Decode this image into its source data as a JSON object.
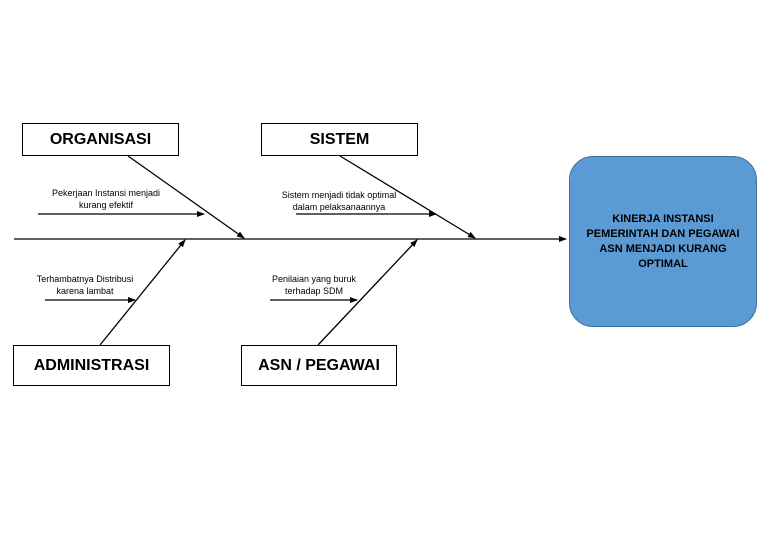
{
  "categories": {
    "organisasi": "ORGANISASI",
    "sistem": "SISTEM",
    "administrasi": "ADMINISTRASI",
    "asn_pegawai": "ASN / PEGAWAI"
  },
  "causes": {
    "organisasi": [
      "Pekerjaan Instansi menjadi",
      "kurang efektif"
    ],
    "sistem": [
      "Sistem menjadi tidak optimal",
      "dalam pelaksanaannya"
    ],
    "administrasi": [
      "Terhambatnya Distribusi",
      "karena lambat"
    ],
    "asn_pegawai": [
      "Penilaian yang buruk",
      "terhadap SDM"
    ]
  },
  "effect": [
    "KINERJA INSTANSI",
    "PEMERINTAH DAN PEGAWAI",
    "ASN MENJADI KURANG",
    "OPTIMAL"
  ],
  "colors": {
    "effect_fill": "#5b9bd5",
    "effect_border": "#41719c",
    "line": "#000000"
  }
}
